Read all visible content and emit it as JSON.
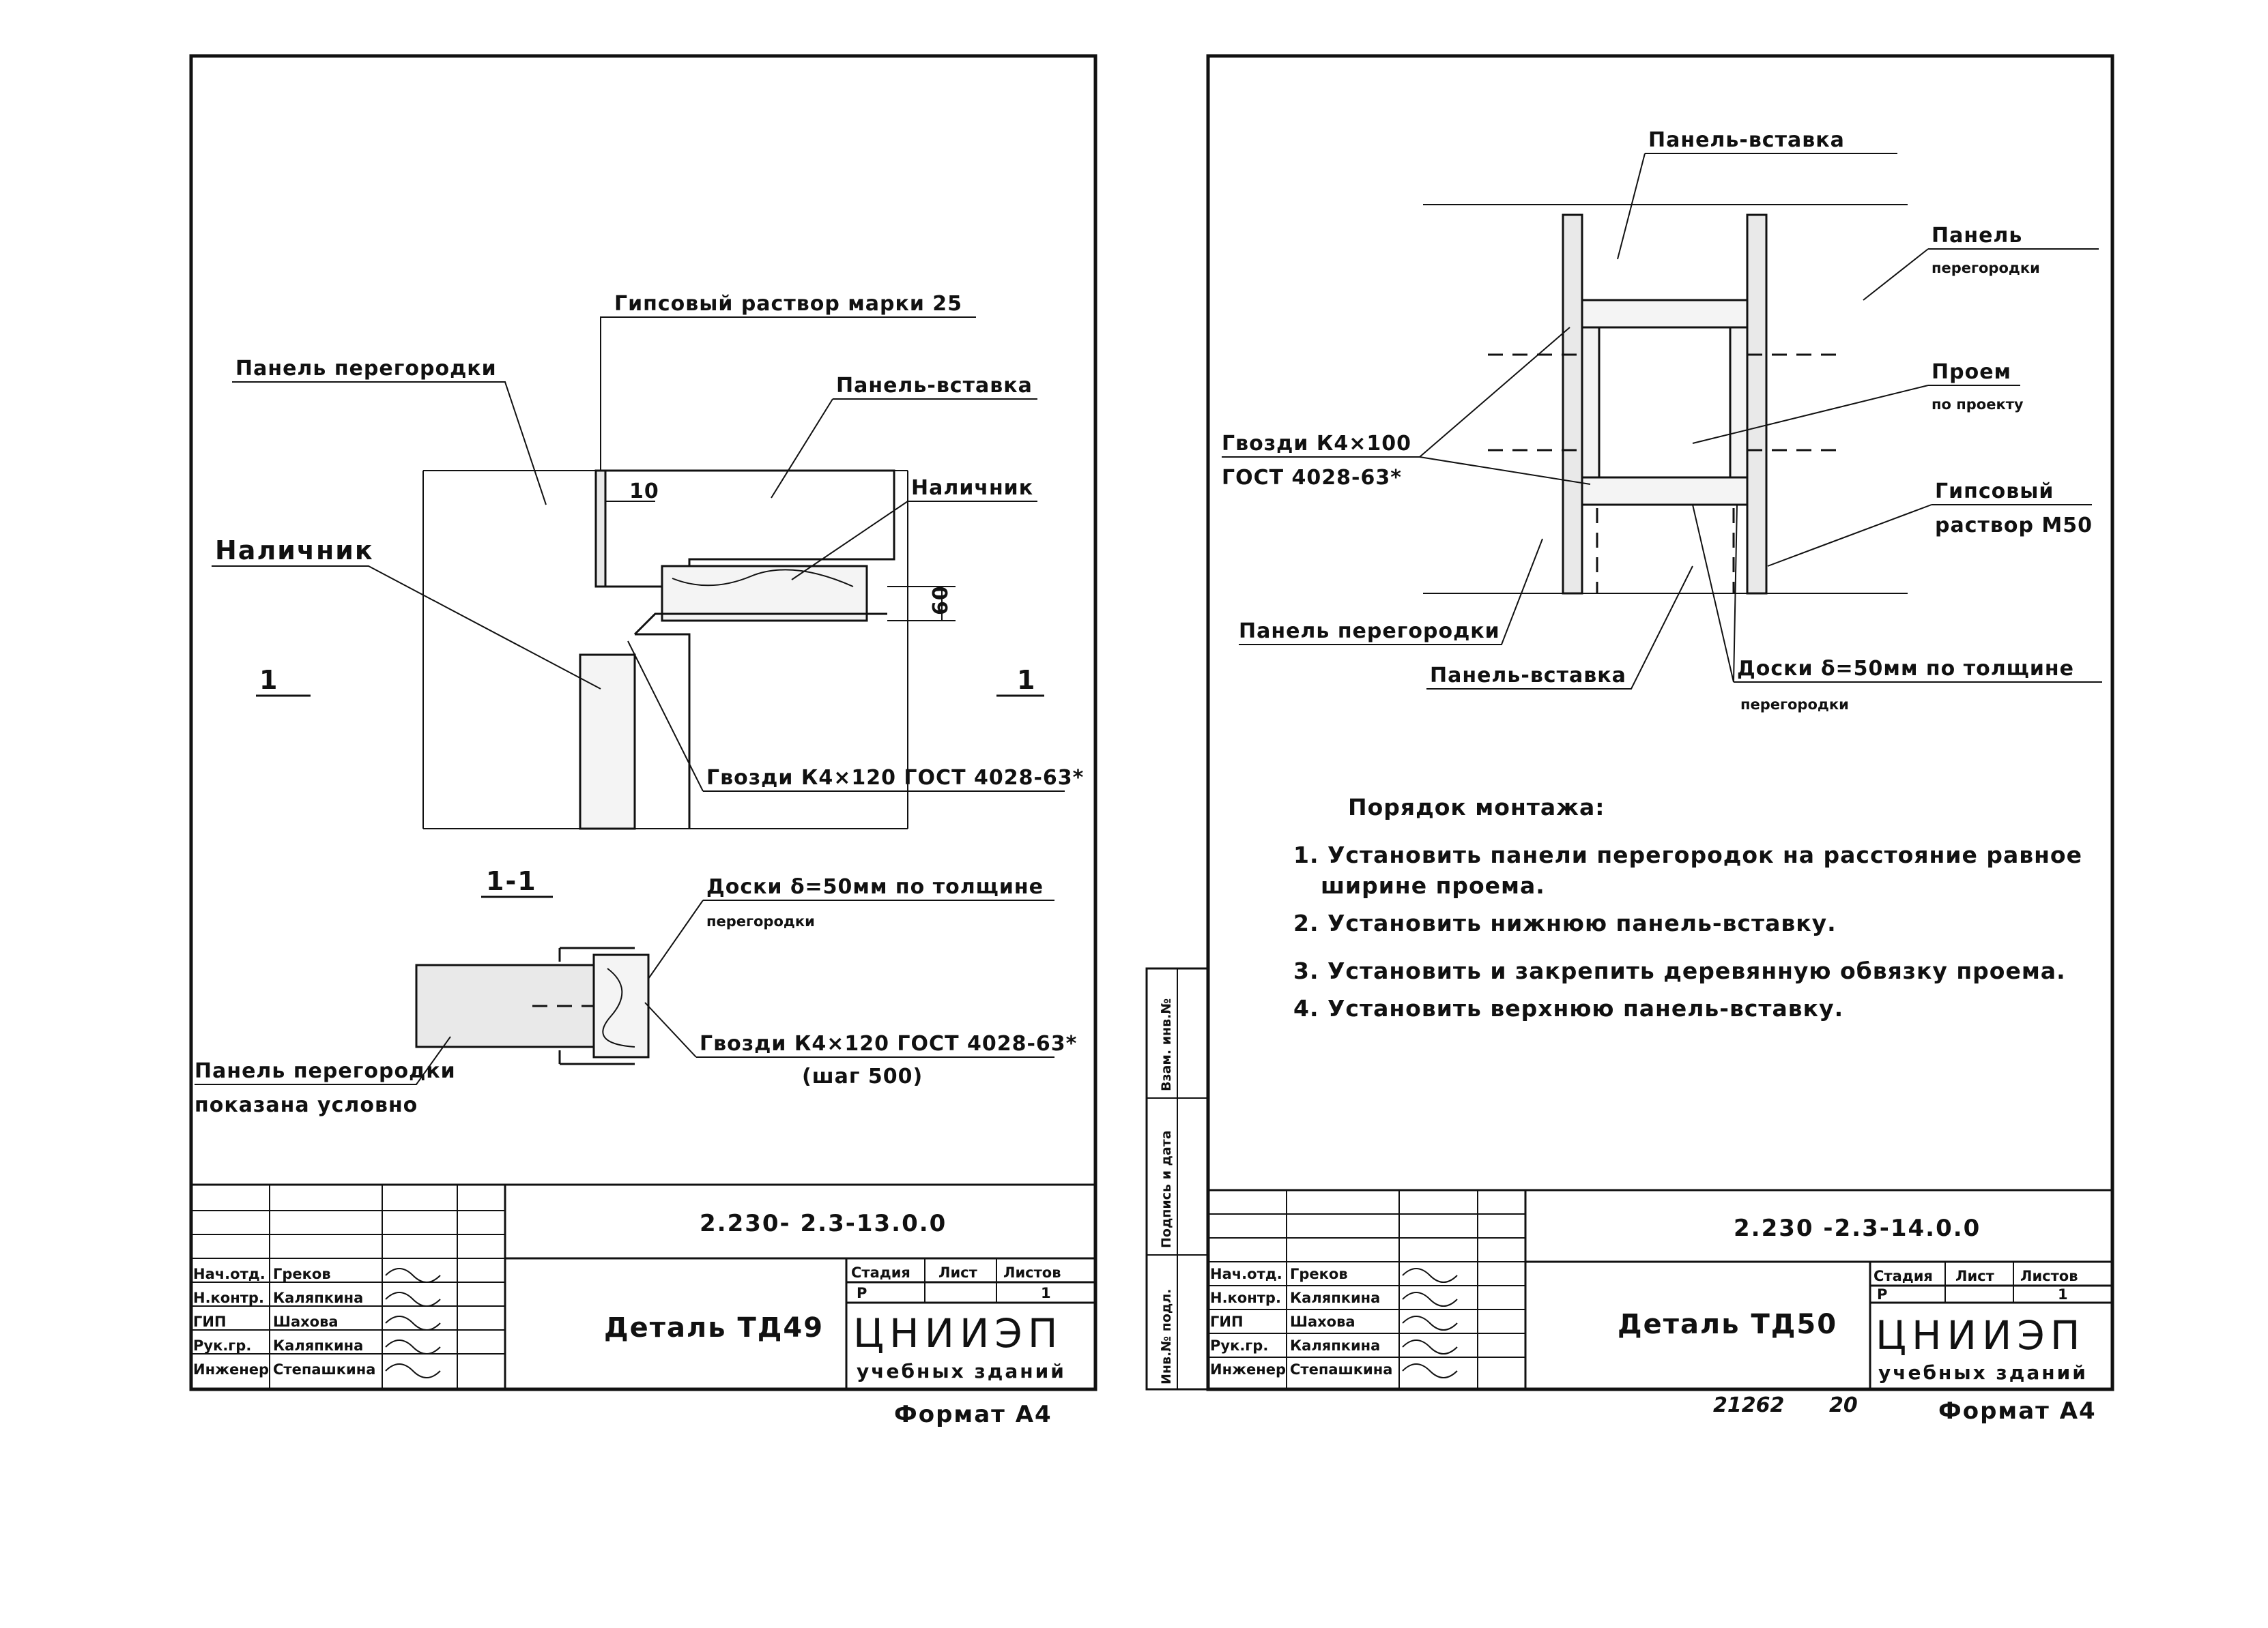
{
  "left_sheet": {
    "labels": {
      "gypsum_mortar": "Гипсовый раствор марки 25",
      "partition_panel": "Панель перегородки",
      "insert_panel": "Панель-вставка",
      "trim_right": "Наличник",
      "trim_left": "Наличник",
      "dim_10": "10",
      "dim_60": "60",
      "nails_top": "Гвозди К4×120 ГОСТ 4028-63*",
      "section_mark_left": "1",
      "section_mark_right": "1",
      "section_title": "1-1",
      "boards": "Доски δ=50мм по толщине",
      "boards_2": "перегородки",
      "nails_bottom": "Гвозди К4×120 ГОСТ 4028-63*",
      "nails_bottom_step": "(шаг 500)",
      "panel_conditional": "Панель перегородки",
      "panel_conditional_2": "показана условно"
    },
    "title_block": {
      "code": "2.230- 2.3-13.0.0",
      "title": "Деталь ТД49",
      "stage_header": "Стадия",
      "sheet_header": "Лист",
      "sheets_header": "Листов",
      "stage": "Р",
      "sheets": "1",
      "org": "ЦНИИЭП",
      "org_sub": "учебных зданий",
      "roles": [
        "Нач.отд.",
        "Н.контр.",
        "ГИП",
        "Рук.гр.",
        "Инженер"
      ],
      "names": [
        "Греков",
        "Каляпкина",
        "Шахова",
        "Каляпкина",
        "Степашкина"
      ]
    },
    "format": "Формат А4"
  },
  "right_sheet": {
    "labels": {
      "insert_panel_top": "Панель-вставка",
      "partition_panel": "Панель",
      "partition_panel_2": "перегородки",
      "opening": "Проем",
      "opening_2": "по проекту",
      "nails": "Гвозди К4×100",
      "nails_2": "ГОСТ 4028-63*",
      "gypsum": "Гипсовый",
      "gypsum_2": "раствор М50",
      "partition_panel_bottom": "Панель перегородки",
      "insert_panel_bottom": "Панель-вставка",
      "boards": "Доски δ=50мм по толщине",
      "boards_2": "перегородки"
    },
    "procedure": {
      "title": "Порядок монтажа:",
      "steps": [
        "1. Установить панели перегородок на расстояние равное",
        "ширине проема.",
        "2. Установить нижнюю панель-вставку.",
        "3. Установить и закрепить деревянную обвязку проема.",
        "4. Установить верхнюю панель-вставку."
      ]
    },
    "side_stamps": [
      "Взам. инв.№",
      "Подпись и дата",
      "Инв.№ подл."
    ],
    "title_block": {
      "code": "2.230 -2.3-14.0.0",
      "title": "Деталь ТД50",
      "stage_header": "Стадия",
      "sheet_header": "Лист",
      "sheets_header": "Листов",
      "stage": "Р",
      "sheets": "1",
      "org": "ЦНИИЭП",
      "org_sub": "учебных зданий",
      "roles": [
        "Нач.отд.",
        "Н.контр.",
        "ГИП",
        "Рук.гр.",
        "Инженер"
      ],
      "names": [
        "Греков",
        "Каляпкина",
        "Шахова",
        "Каляпкина",
        "Степашкина"
      ]
    },
    "bottom_numbers": {
      "inv": "21262",
      "page": "20"
    },
    "format": "Формат А4"
  }
}
